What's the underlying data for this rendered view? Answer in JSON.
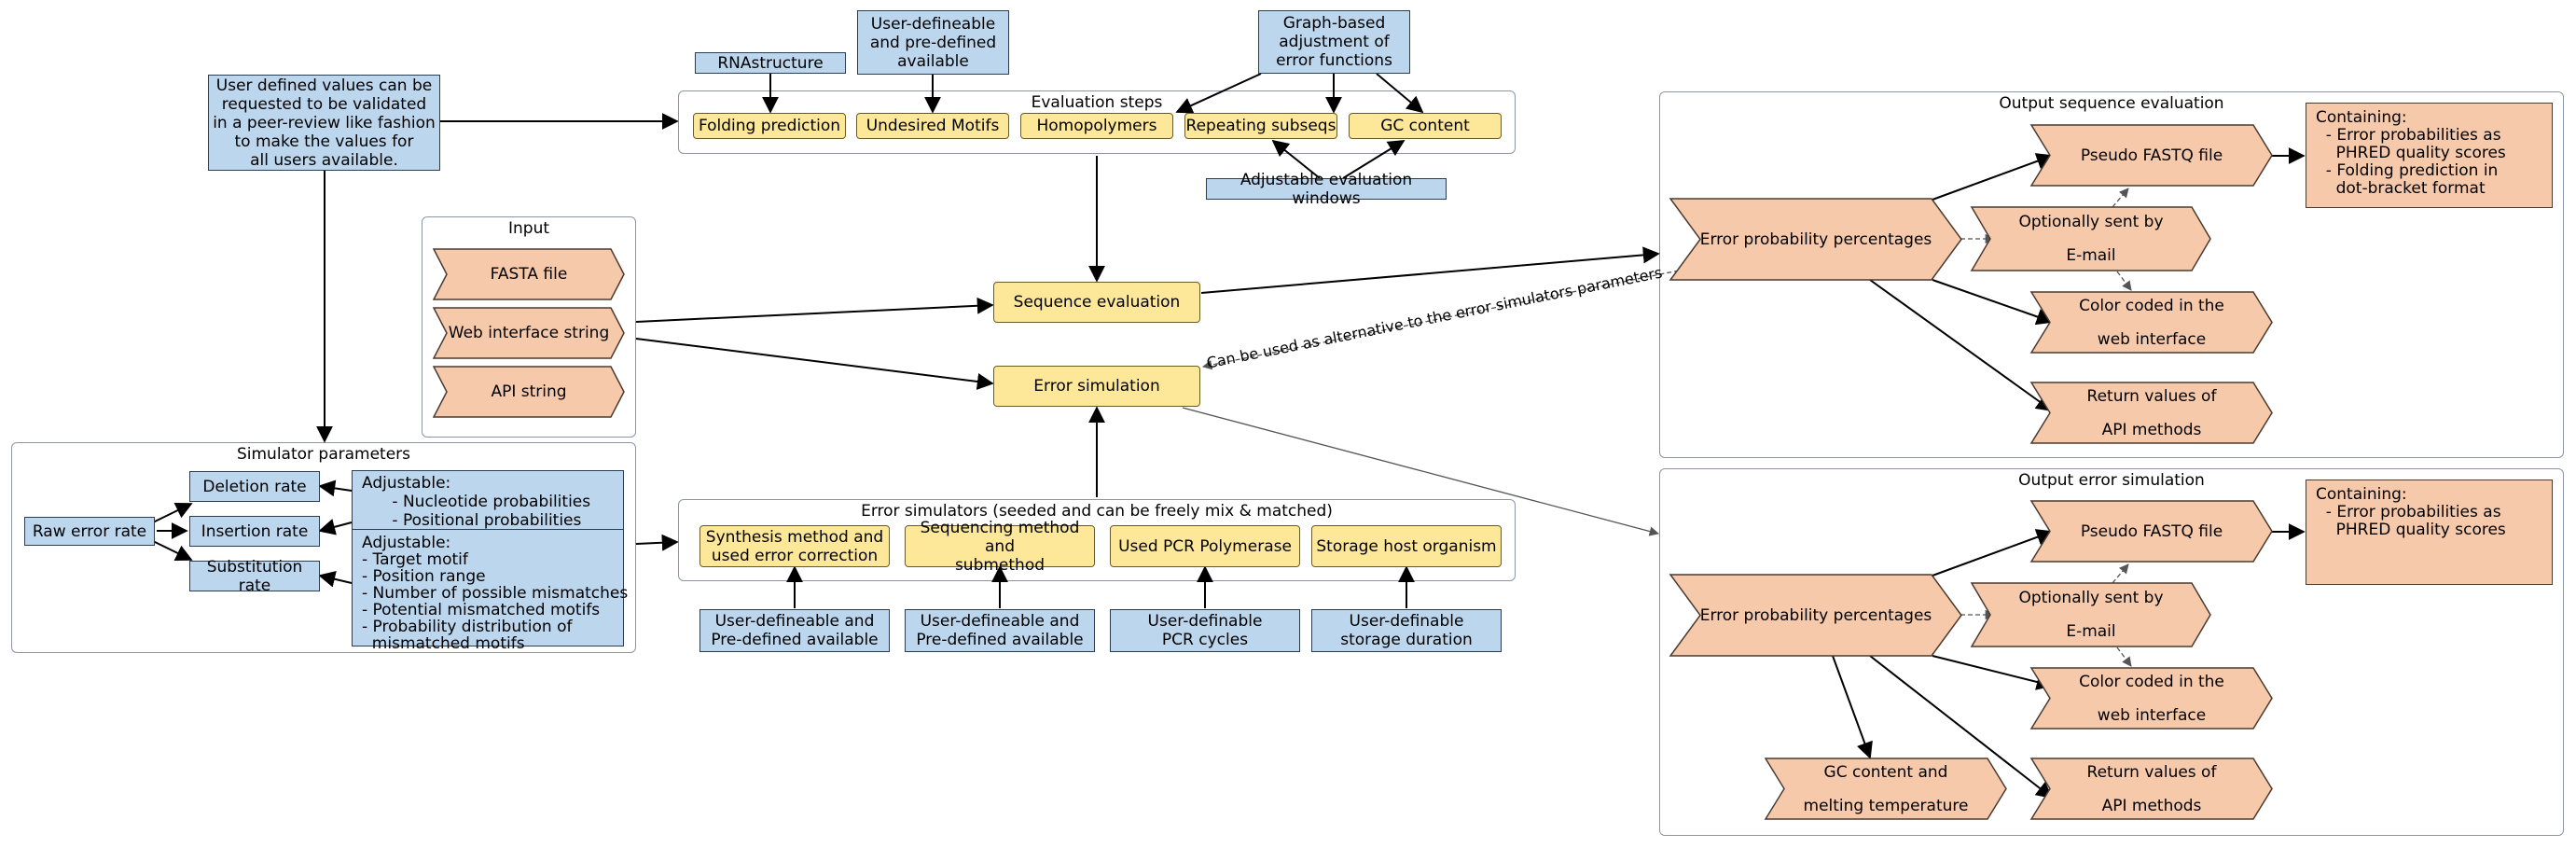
{
  "colors": {
    "blue": "#bcd6ee",
    "yellow": "#fde89a",
    "peach": "#f6c9ab",
    "border": "#8a96a8"
  },
  "peer_review_note": "User defined values can be\nrequested to be validated\nin a peer-review like fashion\nto make the values for\nall users available.",
  "rnastructure": "RNAstructure",
  "user_defineable_predefined": "User-defineable\nand pre-defined\navailable",
  "graph_based": "Graph-based\nadjustment of\nerror functions",
  "evaluation": {
    "title": "Evaluation steps",
    "steps": [
      "Folding prediction",
      "Undesired Motifs",
      "Homopolymers",
      "Repeating subseqs",
      "GC content"
    ],
    "windows": "Adjustable evaluation windows"
  },
  "input": {
    "title": "Input",
    "items": [
      "FASTA file",
      "Web interface string",
      "API string"
    ]
  },
  "sequence_evaluation": "Sequence evaluation",
  "error_simulation": "Error simulation",
  "alternative_label": "Can be used as alternative to the error simulators parameters",
  "simulator_parameters": {
    "title": "Simulator parameters",
    "raw_error_rate": "Raw error rate",
    "rates": [
      "Deletion rate",
      "Insertion rate",
      "Substitution rate"
    ],
    "adjustable_top": "Adjustable:\n      - Nucleotide probabilities\n      - Positional probabilities",
    "adjustable_bottom": "Adjustable:\n- Target motif\n- Position range\n- Number of possible mismatches\n- Potential mismatched motifs\n- Probability distribution of\n  mismatched motifs"
  },
  "error_simulators": {
    "title": "Error simulators (seeded and can be freely mix & matched)",
    "items": [
      "Synthesis method and\nused error correction",
      "Sequencing method and\nsubmethod",
      "Used PCR Polymerase",
      "Storage host organism"
    ],
    "sources": [
      "User-defineable and\nPre-defined available",
      "User-defineable and\nPre-defined available",
      "User-definable\nPCR cycles",
      "User-definable\nstorage duration"
    ]
  },
  "output_sequence_evaluation": {
    "title": "Output sequence evaluation",
    "main": "Error probability percentages",
    "items": [
      "Pseudo FASTQ file",
      "Optionally sent by\nE-mail",
      "Color coded in the\nweb interface",
      "Return values of\nAPI methods"
    ],
    "containing": "Containing:\n  - Error probabilities as\n    PHRED quality scores\n  - Folding prediction in\n    dot-bracket format"
  },
  "output_error_simulation": {
    "title": "Output error simulation",
    "main": "Error probability percentages",
    "items": [
      "Pseudo FASTQ file",
      "Optionally sent by\nE-mail",
      "Color coded in the\nweb interface",
      "Return values of\nAPI methods",
      "GC content and\nmelting temperature"
    ],
    "containing": "Containing:\n  - Error probabilities as\n    PHRED quality scores"
  }
}
